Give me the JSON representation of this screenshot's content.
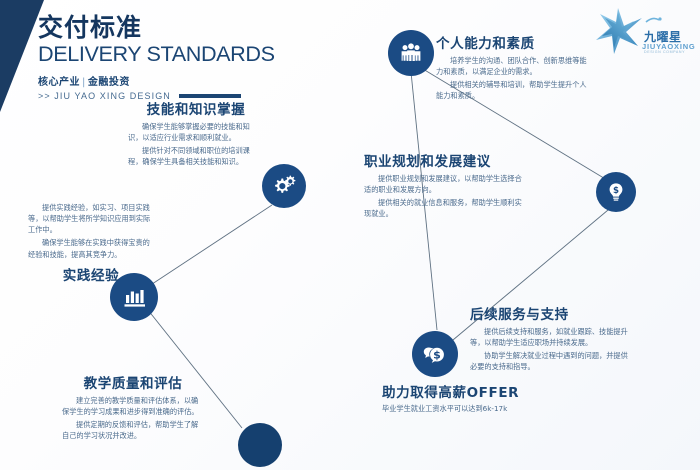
{
  "header": {
    "title_cn": "交付标准",
    "title_en": "DELIVERY STANDARDS",
    "subtitle_cn_left": "核心产业",
    "subtitle_cn_sep": "|",
    "subtitle_cn_right": "金融投资",
    "subtitle_en": ">> JIU YAO XING  DESIGN"
  },
  "logo": {
    "name_cn": "九曜星",
    "name_en": "JIUYAOXING",
    "tagline": "DESIGN  COMPANY"
  },
  "colors": {
    "brand_dark": "#14365f",
    "brand_mid": "#1b4573",
    "node_fill": "#1b4b84",
    "node_dark": "#15406f",
    "body_text": "#4a6a8c",
    "line": "#5a6b7d",
    "logo_blue": "#2b6ea8"
  },
  "blocks": [
    {
      "id": "skills",
      "title": "技能和知识掌握",
      "paragraphs": [
        "确保学生能够掌握必要的技能和知识，以适应行业需求和顺利就业。",
        "提供针对不同领域和职位的培训课程，确保学生具备相关技能和知识。"
      ]
    },
    {
      "id": "practice",
      "title": "实践经验",
      "paragraphs": [
        "提供实践经验，如实习、项目实践等，以帮助学生将所学知识应用到实际工作中。",
        "确保学生能够在实践中获得宝贵的经验和技能，提高其竞争力。"
      ]
    },
    {
      "id": "teaching",
      "title": "教学质量和评估",
      "paragraphs": [
        "建立完善的教学质量和评估体系，以确保学生的学习成果和进步得到准确的评估。",
        "提供定期的反馈和评估，帮助学生了解自己的学习状况并改进。"
      ]
    },
    {
      "id": "personal",
      "title": "个人能力和素质",
      "paragraphs": [
        "培养学生的沟通、团队合作、创新思维等能力和素质，以满足企业的需求。",
        "提供相关的辅导和培训，帮助学生提升个人能力和素质。"
      ]
    },
    {
      "id": "career",
      "title": "职业规划和发展建议",
      "paragraphs": [
        "提供职业规划和发展建议，以帮助学生选择合适的职业和发展方向。",
        "提供相关的就业信息和服务，帮助学生顺利实现就业。"
      ]
    },
    {
      "id": "support",
      "title": "后续服务与支持",
      "paragraphs": [
        "提供后续支持和服务，如就业跟踪、技能提升等，以帮助学生适应职场并持续发展。",
        "协助学生解决就业过程中遇到的问题，并提供必要的支持和指导。"
      ]
    },
    {
      "id": "offer",
      "title": "助力取得高薪OFFER",
      "subtext": "毕业学生就业工资水平可以达到6k-17k"
    }
  ],
  "nodes": [
    {
      "id": "gears",
      "icon": "gears-icon"
    },
    {
      "id": "chart",
      "icon": "bar-chart-icon"
    },
    {
      "id": "plain",
      "icon": "plain-circle-icon"
    },
    {
      "id": "people",
      "icon": "people-group-icon"
    },
    {
      "id": "bulb",
      "icon": "lightbulb-dollar-icon"
    },
    {
      "id": "chat",
      "icon": "chat-dollar-icon"
    }
  ]
}
